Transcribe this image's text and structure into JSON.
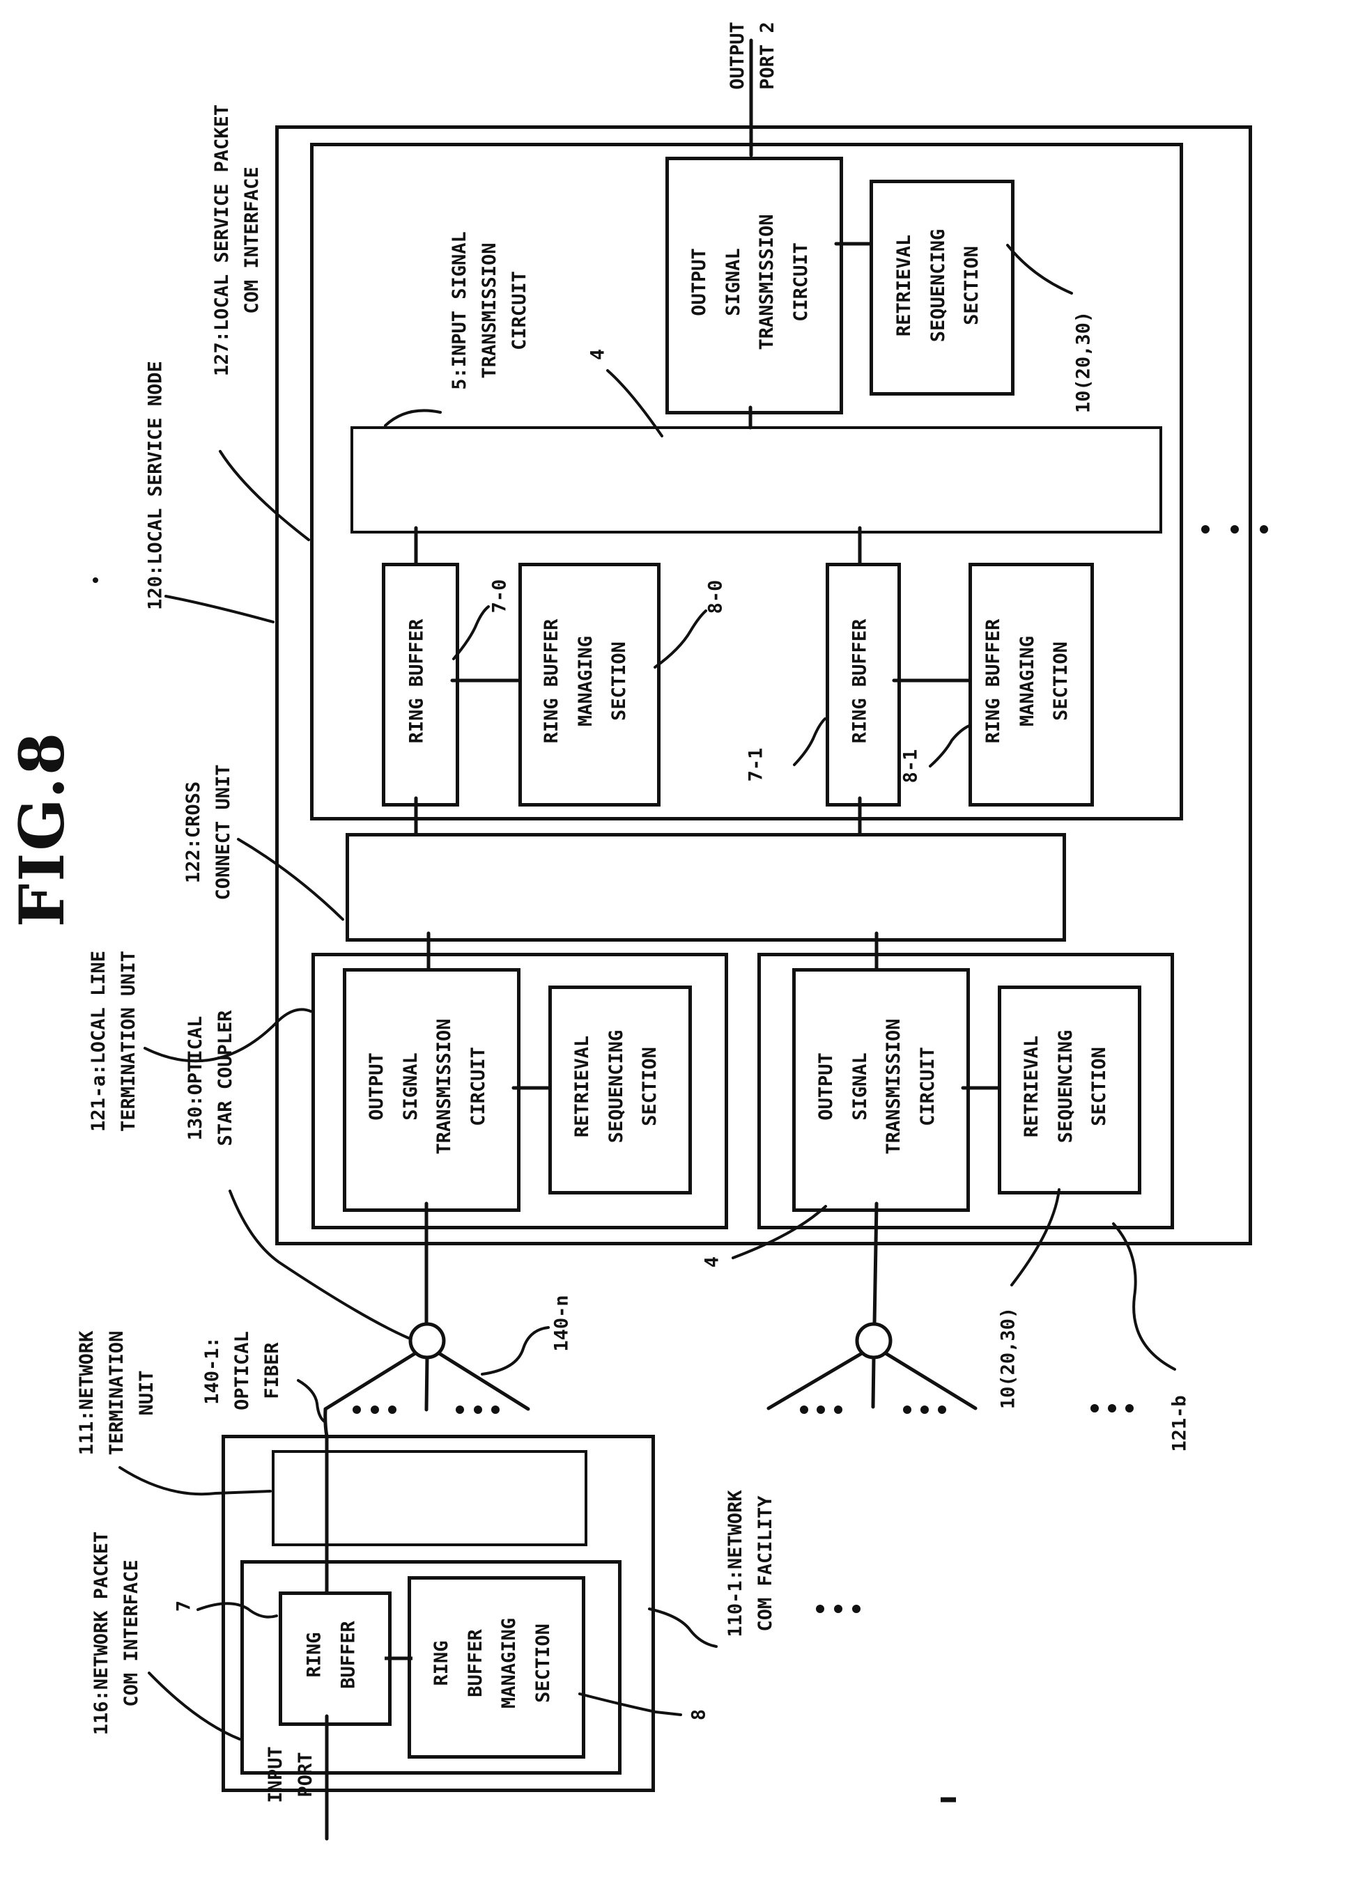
{
  "figure": {
    "title": "FIG.8"
  },
  "colors": {
    "ink": "#111111",
    "paper": "#ffffff"
  },
  "ports": {
    "output_port": "OUTPUT\nPORT 2",
    "input_port": "INPUT\nPORT"
  },
  "local_service_node": {
    "label": "120:LOCAL SERVICE NODE",
    "packet_com_interface_label": "127:LOCAL SERVICE PACKET\nCOM INTERFACE",
    "input_signal_circuit_label": "5:INPUT SIGNAL\nTRANSMISSION\nCIRCUIT",
    "cross_connect_label": "122:CROSS\nCONNECT UNIT",
    "line_termination_label": "121-a:LOCAL LINE\nTERMINATION UNIT"
  },
  "blocks": {
    "output_signal_circuit": "OUTPUT\nSIGNAL\nTRANSMISSION\nCIRCUIT",
    "retrieval_sequencing": "RETRIEVAL\nSEQUENCING\nSECTION",
    "ring_buffer": "RING BUFFER",
    "ring_buffer_2line": "RING\nBUFFER",
    "ring_buffer_managing": "RING BUFFER\nMANAGING\nSECTION",
    "ring_buffer_managing_4line": "RING\nBUFFER\nMANAGING\nSECTION"
  },
  "optical": {
    "star_coupler_label": "130:OPTICAL\nSTAR COUPLER",
    "fiber_label": "140-1:\nOPTICAL\nFIBER",
    "fiber_n_ref": "140-n"
  },
  "network_side": {
    "termination_unit_label": "111:NETWORK\nTERMINATION\nNUIT",
    "packet_com_interface_label": "116:NETWORK PACKET\nCOM INTERFACE",
    "com_facility_label": "110-1:NETWORK\nCOM FACILITY"
  },
  "refs": {
    "four": "4",
    "seven": "7",
    "eight": "8",
    "seven_zero": "7-0",
    "eight_zero": "8-0",
    "seven_one": "7-1",
    "eight_one": "8-1",
    "ten": "10(20,30)",
    "one21b": "121-b"
  }
}
